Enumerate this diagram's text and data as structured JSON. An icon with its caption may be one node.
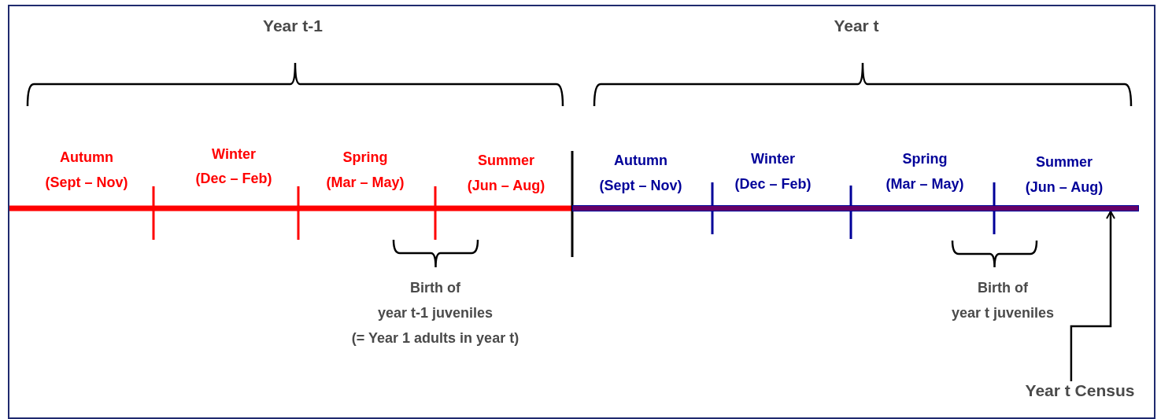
{
  "diagram": {
    "nodes": [
      {
        "text": [
          "Year t Census"
        ]
      },
      {
        "text": [],
        "shape": "bar"
      }
    ],
    "edges": [
      {
        "from": 0,
        "to": 1,
        "arrow": "to"
      }
    ],
    "labels": [
      "Year t-1",
      "Year t",
      "Autumn",
      "(Sept – Nov)",
      "Winter",
      "(Dec – Feb)",
      "Spring",
      "(Mar – May)",
      "Summer",
      "(Jun – Aug)",
      "Autumn",
      "(Sept – Nov)",
      "Winter",
      "(Dec – Feb)",
      "Spring",
      "(Mar – May)",
      "Summer",
      "(Jun – Aug)",
      "Birth of",
      "year t-1 juveniles",
      "(= Year 1 adults in year t)",
      "Birth of",
      "year t juveniles"
    ]
  }
}
